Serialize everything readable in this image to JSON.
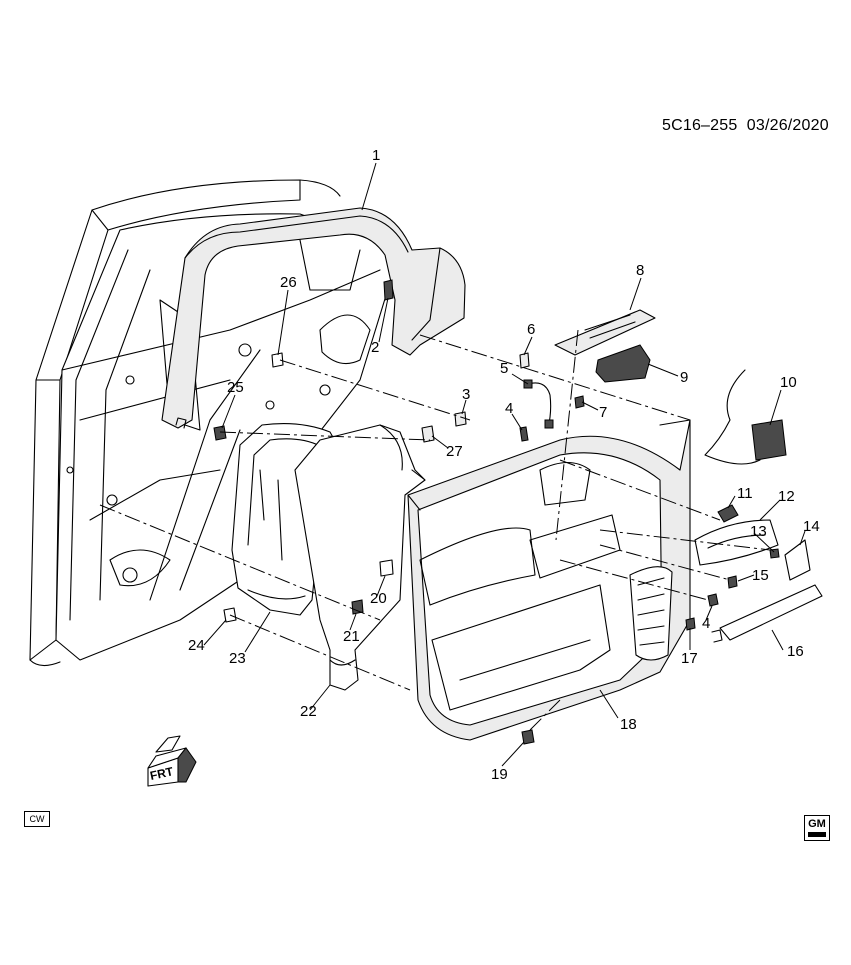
{
  "diagram_code": "5C16–255",
  "diagram_date": "03/26/2020",
  "corner_label": "CW",
  "brand_mark": "GM",
  "direction_label": "FRT",
  "callouts": [
    "1",
    "2",
    "3",
    "4",
    "5",
    "6",
    "7",
    "8",
    "9",
    "10",
    "11",
    "12",
    "13",
    "14",
    "15",
    "16",
    "17",
    "18",
    "19",
    "20",
    "21",
    "22",
    "23",
    "24",
    "25",
    "26",
    "27",
    "4"
  ]
}
